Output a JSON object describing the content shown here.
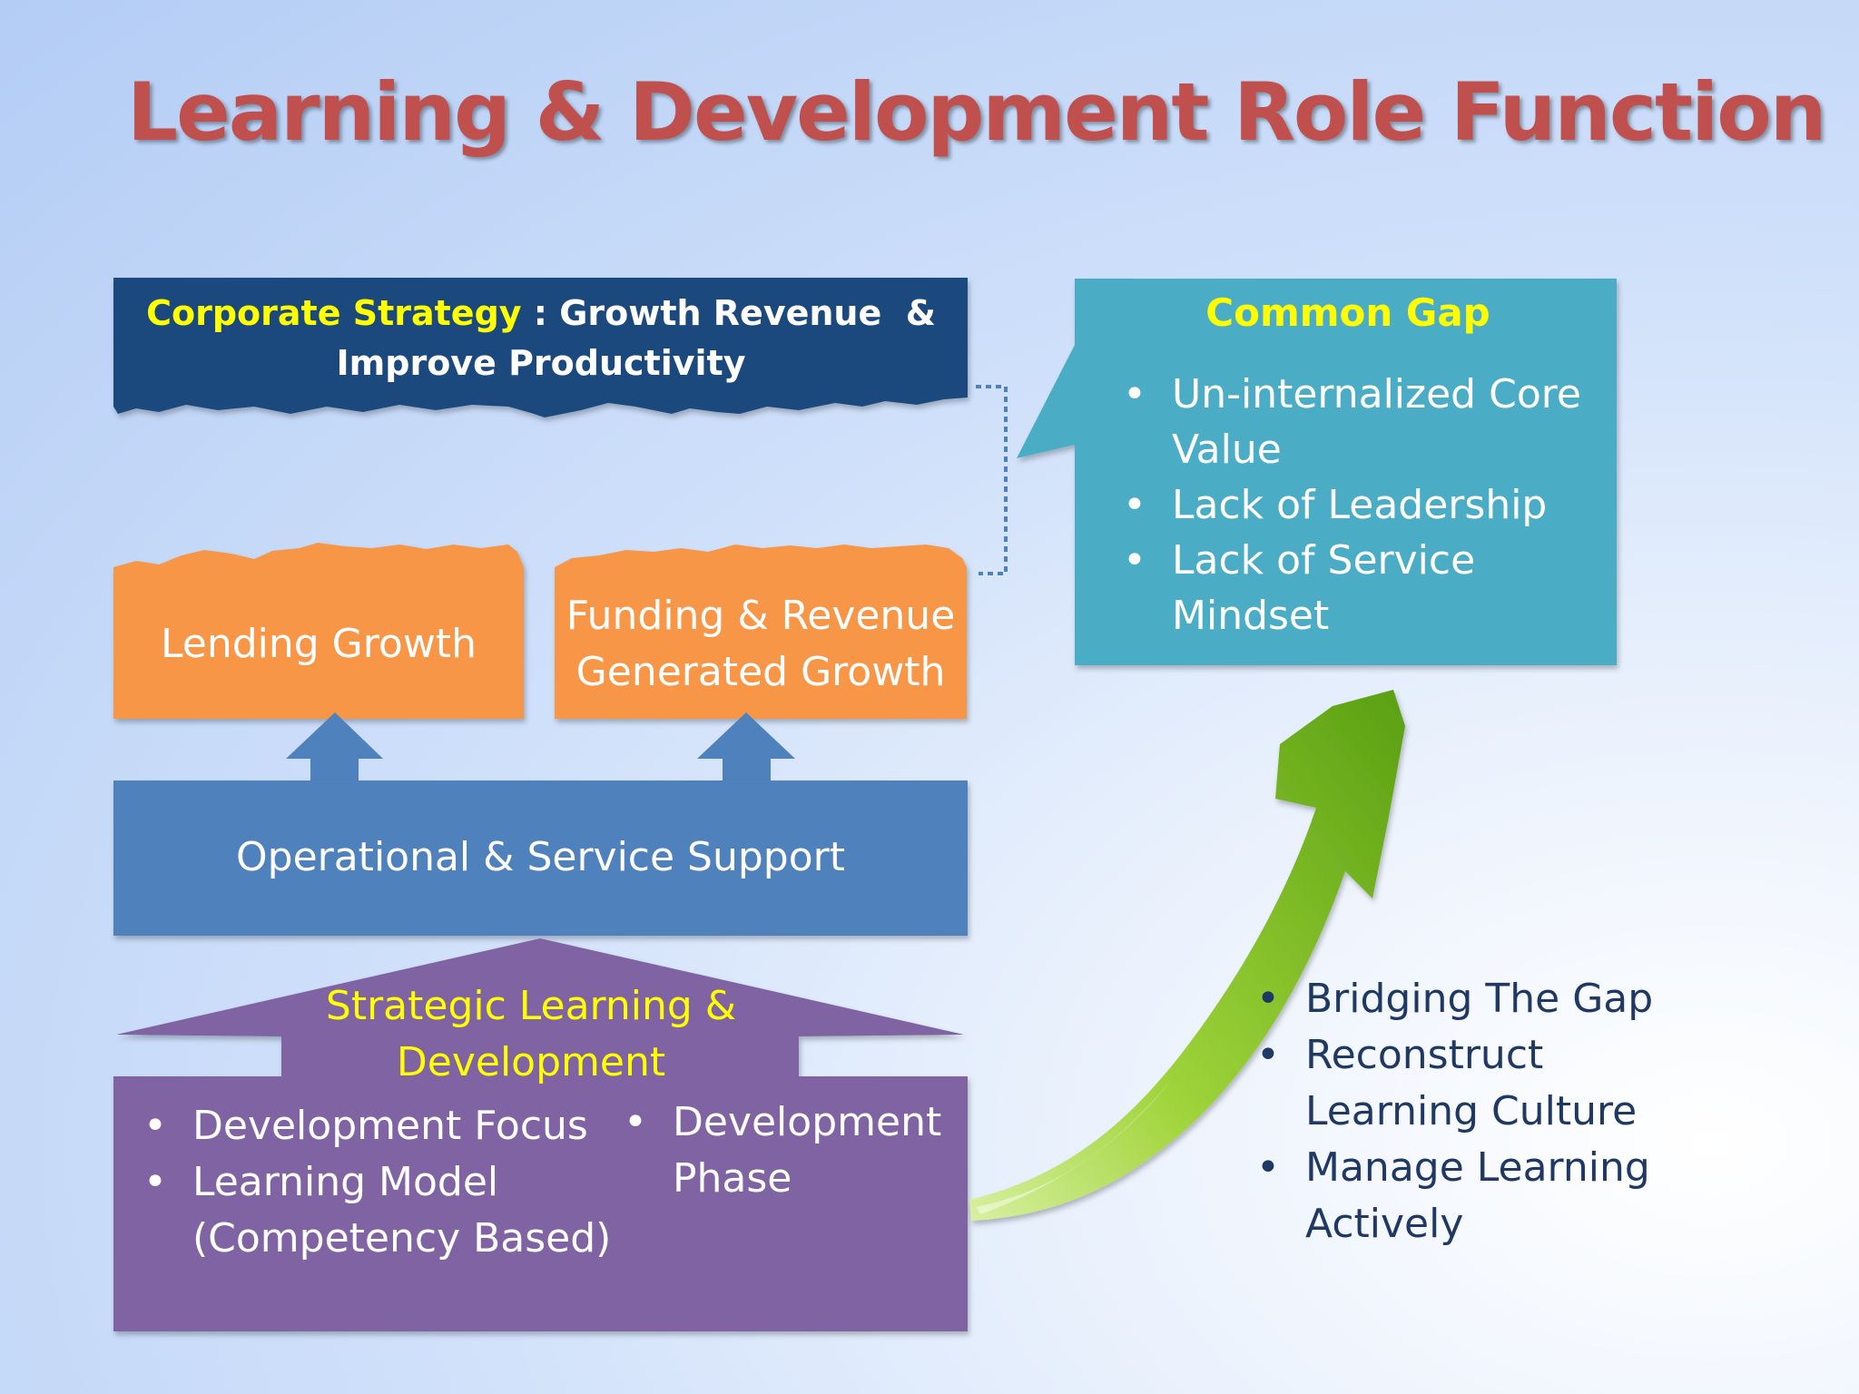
{
  "title": "Learning & Development Role Function",
  "corporate_strategy": {
    "label": "Corporate Strategy",
    "separator": " : ",
    "text_line1": "Growth Revenue  &",
    "text_line2": "Improve Productivity"
  },
  "lending_growth": "Lending Growth",
  "funding_growth": {
    "line1": "Funding & Revenue",
    "line2": "Generated Growth"
  },
  "operational_support": "Operational & Service Support",
  "strategic_ld": {
    "title_line1": "Strategic Learning &",
    "title_line2": "Development",
    "left_items": [
      {
        "line1": "Development Focus",
        "line2": ""
      },
      {
        "line1": "Learning Model",
        "line2": "(Competency Based)"
      }
    ],
    "right_items": [
      {
        "line1": "Development",
        "line2": "Phase"
      }
    ]
  },
  "common_gap": {
    "title": "Common Gap",
    "items": [
      {
        "line1": "Un-internalized Core",
        "line2": "Value"
      },
      {
        "line1": "Lack of Leadership",
        "line2": ""
      },
      {
        "line1": "Lack of Service",
        "line2": "Mindset"
      }
    ]
  },
  "bridging": {
    "items": [
      {
        "line1": "Bridging The Gap",
        "line2": ""
      },
      {
        "line1": "Reconstruct",
        "line2": "Learning Culture"
      },
      {
        "line1": "Manage Learning",
        "line2": "Actively"
      }
    ]
  },
  "colors": {
    "title": "#c0504d",
    "corporate_box": "#1f497d",
    "growth_box": "#f79646",
    "support_box": "#4f81bd",
    "strategic_box": "#8064a2",
    "gap_box": "#4bacc6",
    "accent_text": "#ffff00",
    "arrow": "#7dc21e"
  }
}
